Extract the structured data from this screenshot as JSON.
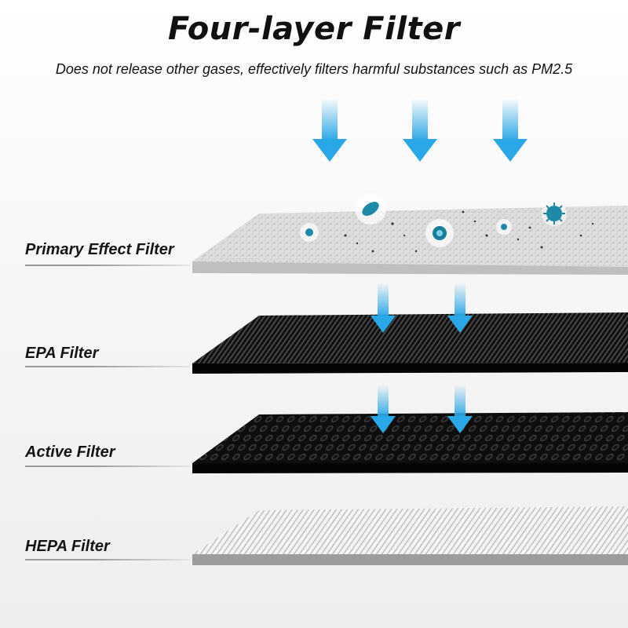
{
  "header": {
    "title": "Four-layer Filter",
    "subtitle": "Does not release other gases, effectively filters harmful substances such as PM2.5"
  },
  "layers": [
    {
      "label": "Primary Effect Filter",
      "color": "#d9d9d9"
    },
    {
      "label": "EPA Filter",
      "color": "#1a1a1a"
    },
    {
      "label": "Active Filter",
      "color": "#222222"
    },
    {
      "label": "HEPA Filter",
      "color": "#efefef"
    }
  ],
  "colors": {
    "arrow": "#2aa7e6",
    "particle": "#1f8aa8"
  }
}
